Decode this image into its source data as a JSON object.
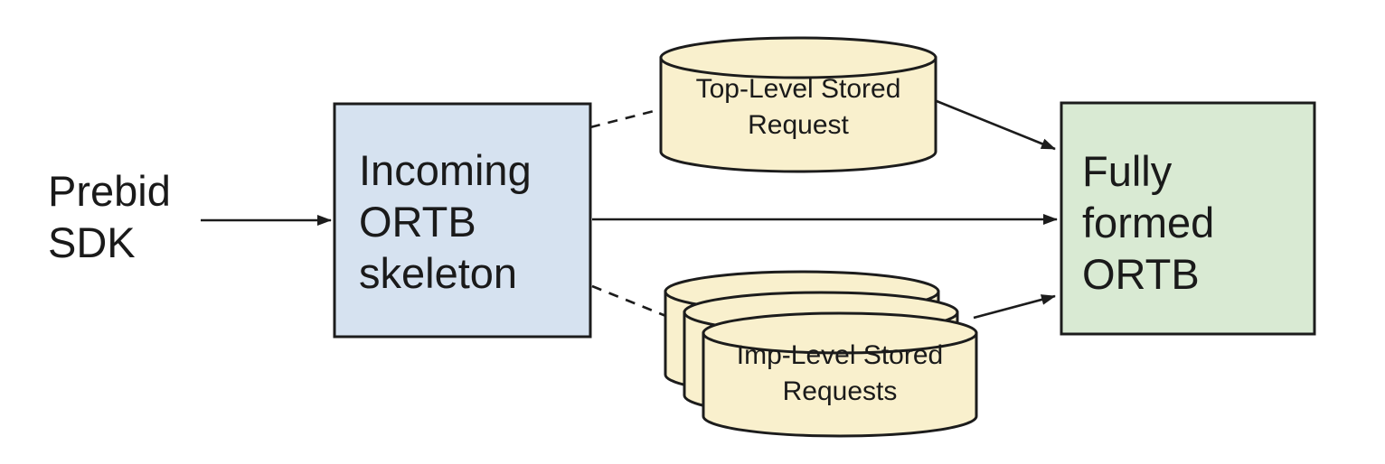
{
  "background": "#ffffff",
  "colors": {
    "stroke": "#1c1c1c",
    "text": "#1a1a1a",
    "incoming_box_fill": "#d6e2f0",
    "fully_formed_box_fill": "#d9ead3",
    "cylinder_fill": "#f9f0cd"
  },
  "nodes": {
    "prebid_sdk": {
      "label": "Prebid\nSDK"
    },
    "incoming_ortb": {
      "label": "Incoming\nORTB\nskeleton",
      "fill": "#d6e2f0",
      "shape": "rectangle"
    },
    "top_level_stored": {
      "label": "Top-Level Stored\nRequest",
      "fill": "#f9f0cd",
      "shape": "cylinder"
    },
    "imp_level_stored": {
      "label": "Imp-Level Stored\nRequests",
      "fill": "#f9f0cd",
      "shape": "cylinder-stack",
      "stack_count": 3
    },
    "fully_formed": {
      "label": "Fully\nformed\nORTB",
      "fill": "#d9ead3",
      "shape": "rectangle"
    }
  },
  "edges": [
    {
      "from": "prebid_sdk",
      "to": "incoming_ortb",
      "style": "solid",
      "arrowhead": true
    },
    {
      "from": "incoming_ortb",
      "to": "top_level_stored",
      "style": "dashed",
      "arrowhead": false
    },
    {
      "from": "incoming_ortb",
      "to": "fully_formed",
      "style": "solid",
      "arrowhead": true
    },
    {
      "from": "incoming_ortb",
      "to": "imp_level_stored",
      "style": "dashed",
      "arrowhead": false
    },
    {
      "from": "top_level_stored",
      "to": "fully_formed",
      "style": "solid",
      "arrowhead": true
    },
    {
      "from": "imp_level_stored",
      "to": "fully_formed",
      "style": "solid",
      "arrowhead": true
    }
  ]
}
